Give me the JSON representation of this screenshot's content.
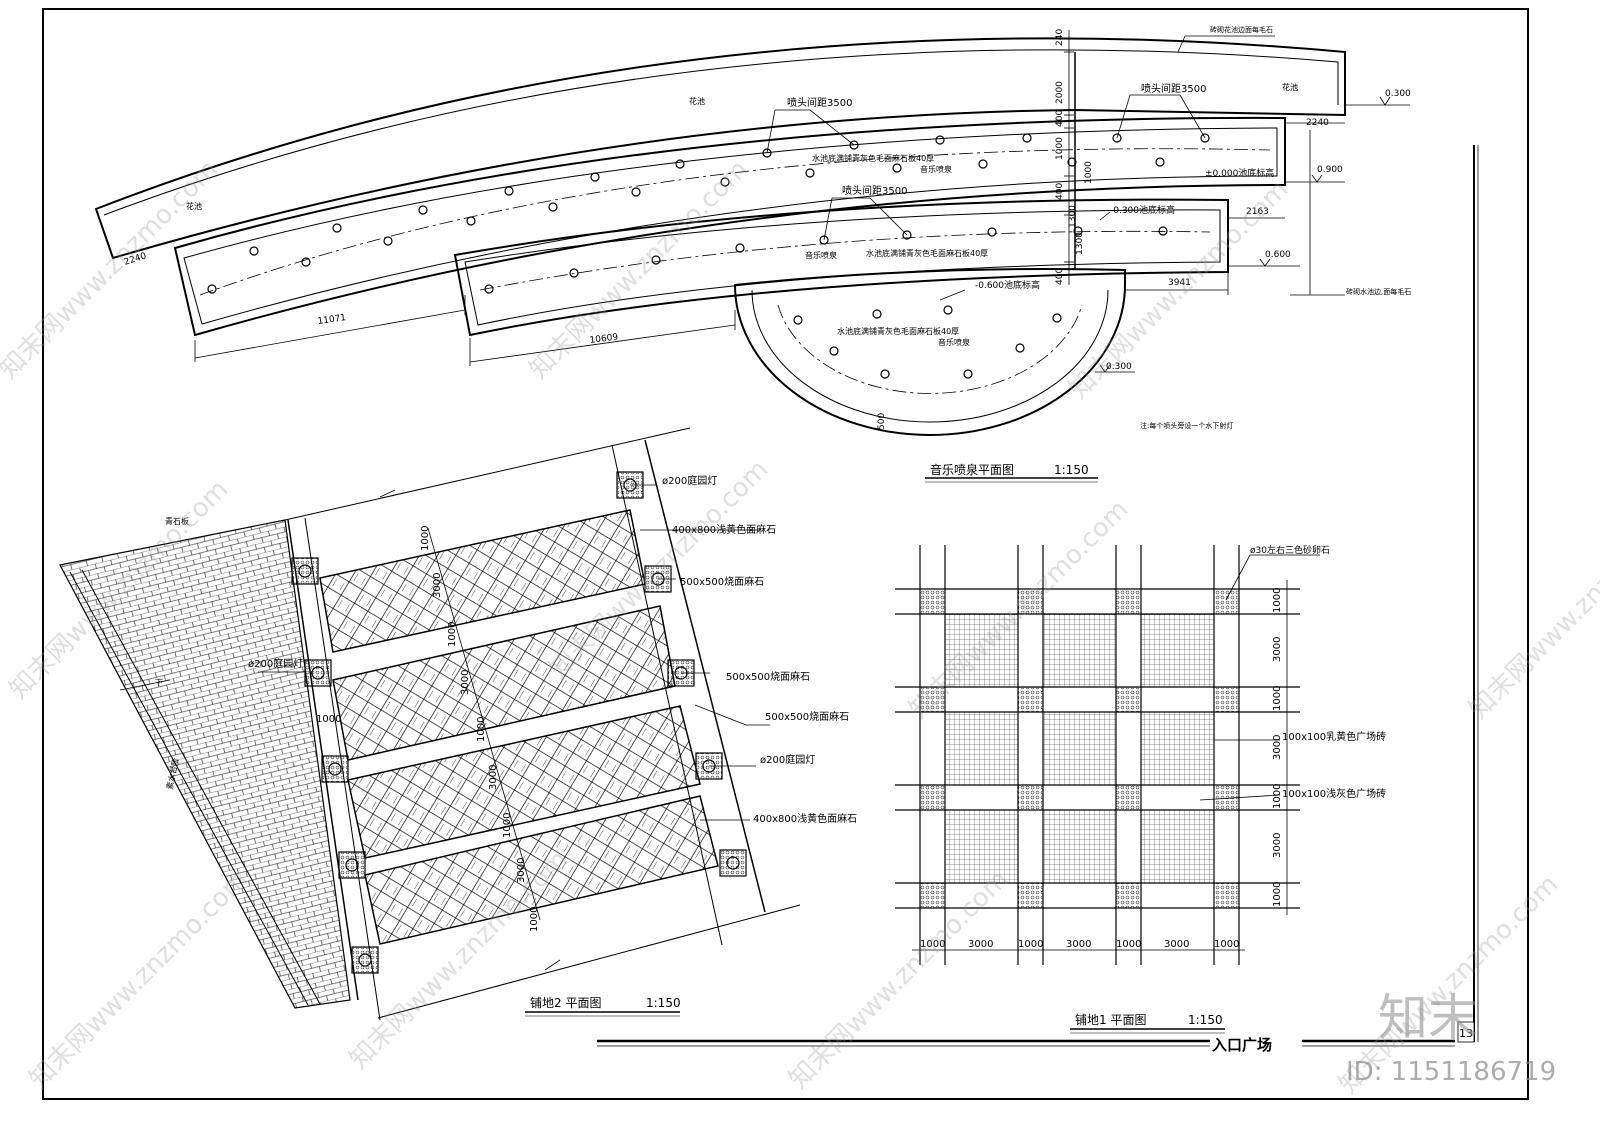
{
  "fountain": {
    "title": "音乐喷泉平面图",
    "scale": "1:150",
    "labels": {
      "huachi_1": "花池",
      "huachi_2": "花池",
      "huachi_3": "花池",
      "spacing_1": "喷头间距3500",
      "spacing_2": "喷头间距3500",
      "spacing_3": "喷头间距3500",
      "pool_bottom_1": "水池底满铺青灰色毛面麻石板40厚",
      "pool_bottom_2": "水池底满铺青灰色毛面麻石板40厚",
      "pool_bottom_3": "水池底满铺青灰色毛面麻石板40厚",
      "music_fountain_1": "音乐喷泉",
      "music_fountain_2": "音乐喷泉",
      "music_fountain_3": "音乐喷泉",
      "elev_0": "±0.000池底标高",
      "elev_m03": "-0.300池底标高",
      "elev_m06": "-0.600池底标高",
      "brick_bed": "砖砌花池边面每毛石",
      "brick_pool": "砖砌水池边,面每毛石",
      "note": "注:每个喷头旁设一个水下射灯"
    },
    "dims": {
      "d240": "240",
      "d2000": "2000",
      "d400a": "400",
      "d1000a": "1000",
      "d1000b": "1000",
      "d400b": "400",
      "d1300a": "1300",
      "d1300b": "1300",
      "d400c": "400",
      "d2240a": "2240",
      "d2240b": "2240",
      "d2163": "2163",
      "d3941": "3941",
      "d11071": "11071",
      "d10609": "10609",
      "d500": "500",
      "e0300a": "0.300",
      "e0900": "0.900",
      "e0600": "0.600",
      "e0300b": "0.300"
    }
  },
  "paving2": {
    "title": "铺地2 平面图",
    "scale": "1:150",
    "labels": {
      "qing_shi_ban": "青石板",
      "lamp_left": "ø200庭园灯",
      "slope_text": "素水台阶",
      "down": "下",
      "l1": "ø200庭园灯",
      "l2": "400x800浅黄色面麻石",
      "l3": "500x500烧面麻石",
      "l4": "500x500烧面麻石",
      "l5": "500x500烧面麻石",
      "l6": "ø200庭园灯",
      "l7": "400x800浅黄色面麻石"
    },
    "dims": [
      "1000",
      "3000",
      "1000",
      "3000",
      "1000",
      "3000",
      "1000",
      "3000",
      "1000",
      "1000"
    ]
  },
  "paving1": {
    "title": "铺地1 平面图",
    "scale": "1:150",
    "labels": {
      "pebble": "ø30左右三色砂卵石",
      "tile1": "100x100乳黄色广场砖",
      "tile2": "100x100浅灰色广场砖"
    },
    "right_dims": [
      "1000",
      "3000",
      "1000",
      "3000",
      "1000",
      "3000",
      "1000"
    ],
    "bottom_dims": [
      "1000",
      "3000",
      "1000",
      "3000",
      "1000",
      "3000",
      "1000"
    ]
  },
  "sheet": {
    "title": "入口广场",
    "page_no": "13"
  },
  "watermark": {
    "site": "知末网www.znzmo.com",
    "logo": "知末",
    "id": "ID: 1151186719"
  }
}
